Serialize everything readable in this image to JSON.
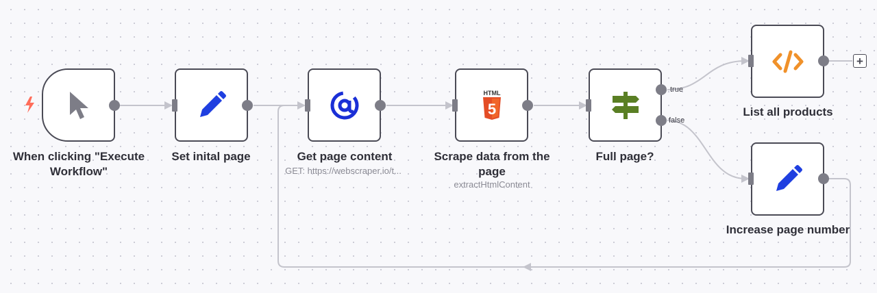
{
  "nodes": {
    "trigger": {
      "label": "When clicking \"Execute Workflow\"",
      "icon": "cursor-icon"
    },
    "set_initial": {
      "label": "Set inital page",
      "icon": "pencil-icon"
    },
    "get_page": {
      "label": "Get page content",
      "subtitle": "GET: https://webscraper.io/t...",
      "icon": "at-sign-icon"
    },
    "scrape": {
      "label": "Scrape data from the page",
      "subtitle": "extractHtmlContent",
      "icon": "html5-icon",
      "icon_text": "HTML",
      "icon_glyph": "5"
    },
    "full_page": {
      "label": "Full page?",
      "icon": "signpost-icon",
      "branch_true": "true",
      "branch_false": "false"
    },
    "list_products": {
      "label": "List all products",
      "icon": "code-icon"
    },
    "increase_page": {
      "label": "Increase page number",
      "icon": "pencil-icon"
    }
  },
  "add_button": {
    "label": "+"
  },
  "colors": {
    "node_border": "#4a4a55",
    "connector": "#c4c4cc",
    "trigger_bolt": "#ff6d5a",
    "pencil": "#1f3fe0",
    "at_sign": "#1a2fd6",
    "html5": "#e44d26",
    "signpost": "#5a7f24",
    "code": "#f0912a"
  }
}
